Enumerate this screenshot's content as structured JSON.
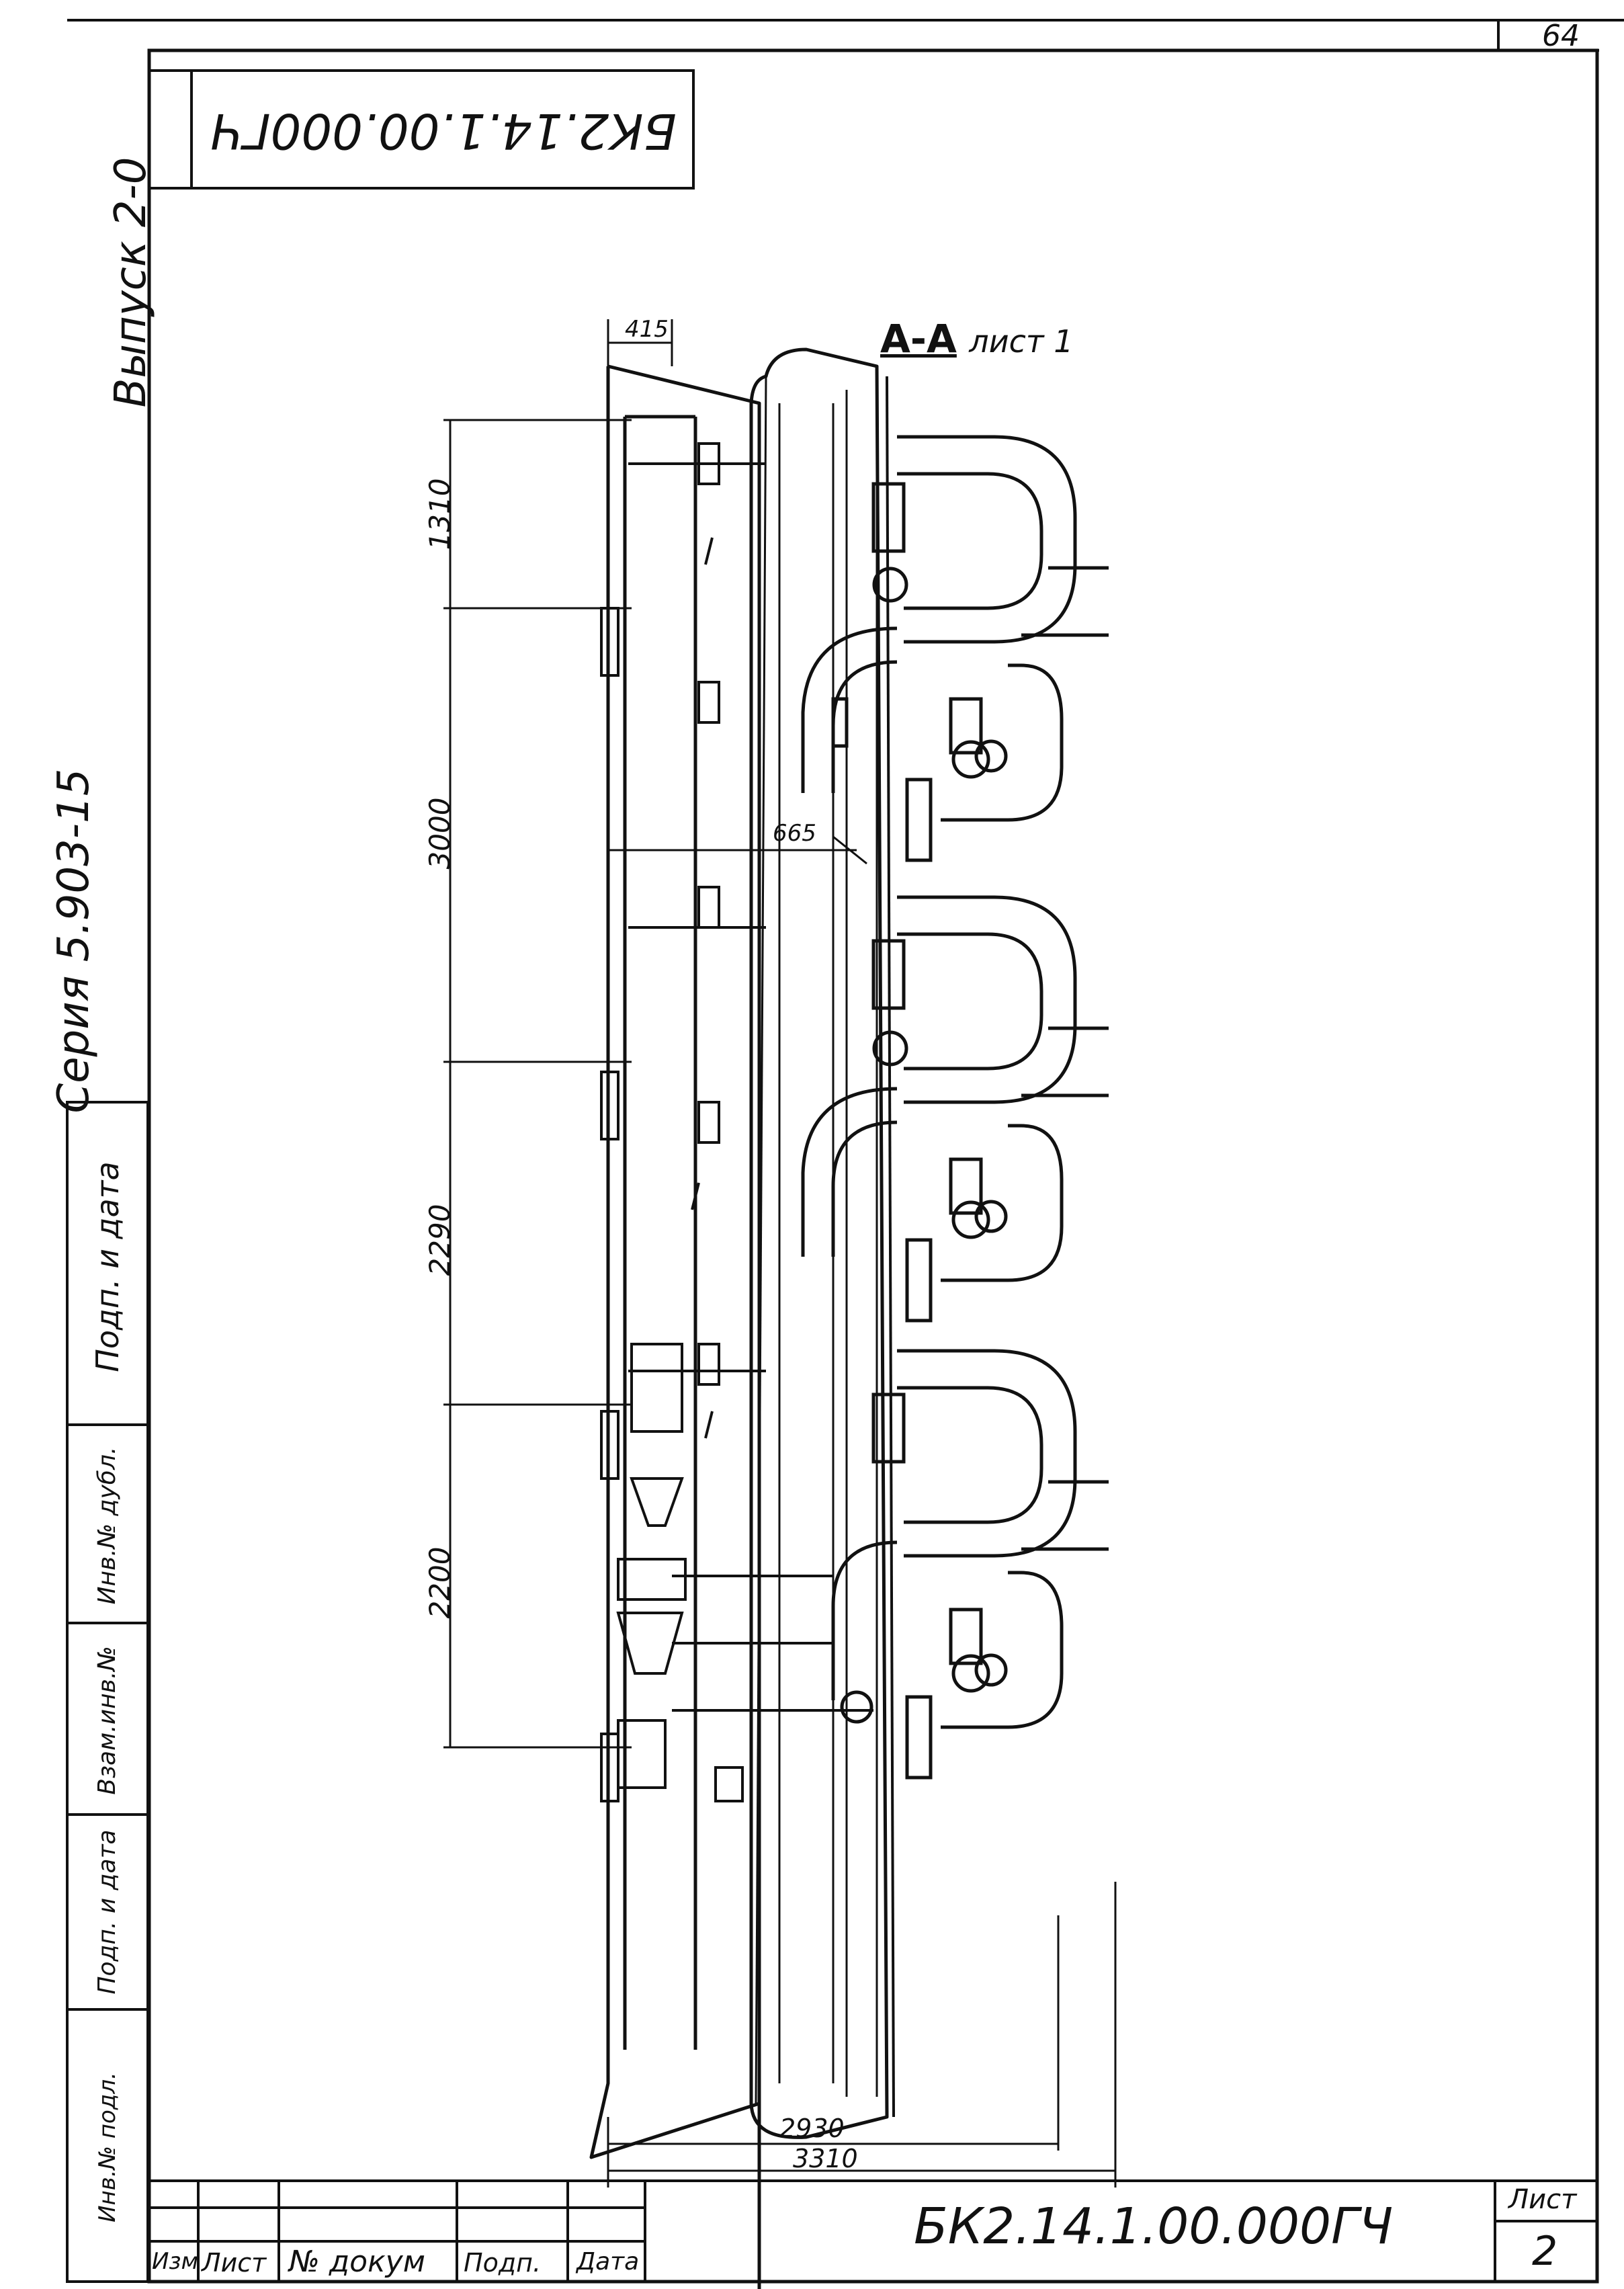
{
  "sheet": {
    "page_number": "64",
    "series": "Серия 5.903-15",
    "issue": "Выпуск 2-0",
    "rotated_code": "БК2.14.1.00.000ГЧ"
  },
  "drawing": {
    "section_label": "А-А",
    "section_ref": "лист 1",
    "dims": {
      "top_width": "415",
      "pitch_1": "1310",
      "pitch_2": "3000",
      "pitch_3": "2290",
      "pitch_4": "2200",
      "mid_offset": "665",
      "width_inner": "2930",
      "width_overall": "3310"
    }
  },
  "side_stamp": {
    "fields": [
      "Инв.№ подл.",
      "Подп. и дата",
      "Взам.инв.№",
      "Инв.№ дубл.",
      "Подп. и дата"
    ]
  },
  "title_block": {
    "headers": [
      "Изм",
      "Лист",
      "№ докум",
      "Подп.",
      "Дата"
    ],
    "doc_code": "БК2.14.1.00.000ГЧ",
    "sheet_label": "Лист",
    "sheet_number": "2"
  }
}
